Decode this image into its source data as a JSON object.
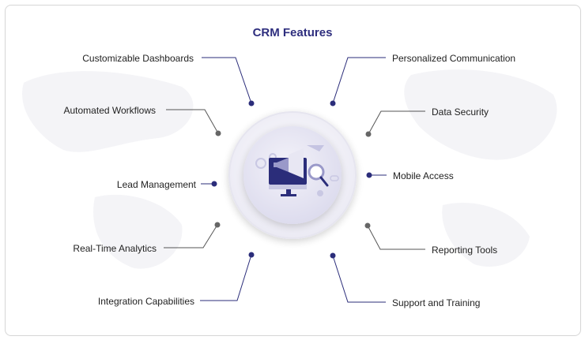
{
  "title": "CRM Features",
  "colors": {
    "navy": "#2b2d7a",
    "gray_dot": "#666666",
    "circle_outer": "#ecebf5",
    "circle_inner": "#e4e3f1"
  },
  "center_icon": "marketing-monitor-icon",
  "features": {
    "customizable_dashboards": "Customizable Dashboards",
    "automated_workflows": "Automated Workflows",
    "lead_management": "Lead Management",
    "real_time_analytics": "Real-Time Analytics",
    "integration_capabilities": "Integration Capabilities",
    "personalized_communication": "Personalized Communication",
    "data_security": "Data Security",
    "mobile_access": "Mobile Access",
    "reporting_tools": "Reporting Tools",
    "support_and_training": "Support and Training"
  }
}
